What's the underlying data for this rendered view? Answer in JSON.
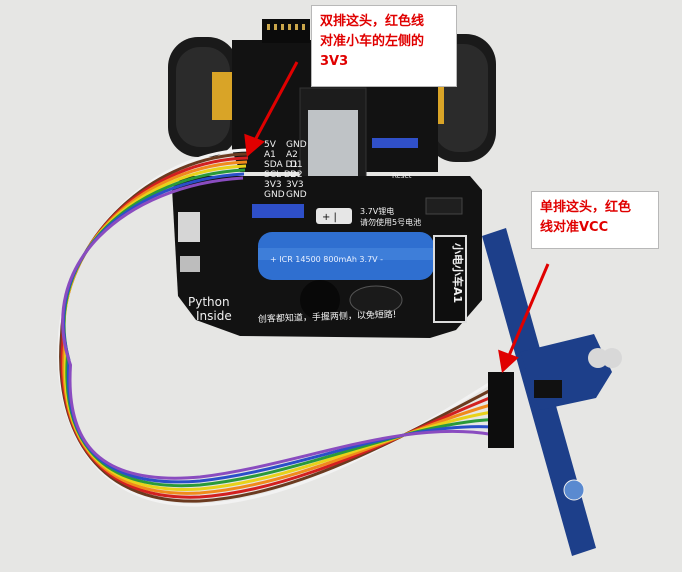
{
  "annotations": {
    "left_callout": {
      "lines": [
        "双排这头，红色线",
        "对准小车的左侧的",
        "3V3"
      ]
    },
    "right_callout": {
      "lines": [
        "单排这头，红色",
        "线对准VCC"
      ]
    }
  },
  "board_text": {
    "pin_labels_left": [
      "5V",
      "A1",
      "SDA D1",
      "SCL D2",
      "3V3",
      "GND"
    ],
    "pin_labels_right": [
      "GND",
      "A2",
      "D1",
      "D2",
      "3V3",
      "GND"
    ],
    "battery_note_line1": "3.7V锂电",
    "battery_note_line2": "请勿使用5号电池",
    "battery_label": "+ ICR 14500 800mAh 3.7V -",
    "car_name": "小电小车A1",
    "python_inside": [
      "Python",
      "Inside"
    ],
    "warning": "创客都知道，手握两侧，以免短路!",
    "reset_label": "Reset",
    "battery_polarity": "+  |"
  },
  "colors": {
    "annotation_text": "#e00000",
    "arrow": "#e00000",
    "pcb_main": "#141414",
    "sensor_board": "#1d3f8a",
    "battery": "#2f6fd0",
    "background": "#e8e8e6"
  },
  "wire_colors": [
    "#f2f2f2",
    "#6b3a1f",
    "#d22020",
    "#f08a1c",
    "#e8d21a",
    "#2a9a3a",
    "#2a4fc8",
    "#8a4cc0"
  ]
}
